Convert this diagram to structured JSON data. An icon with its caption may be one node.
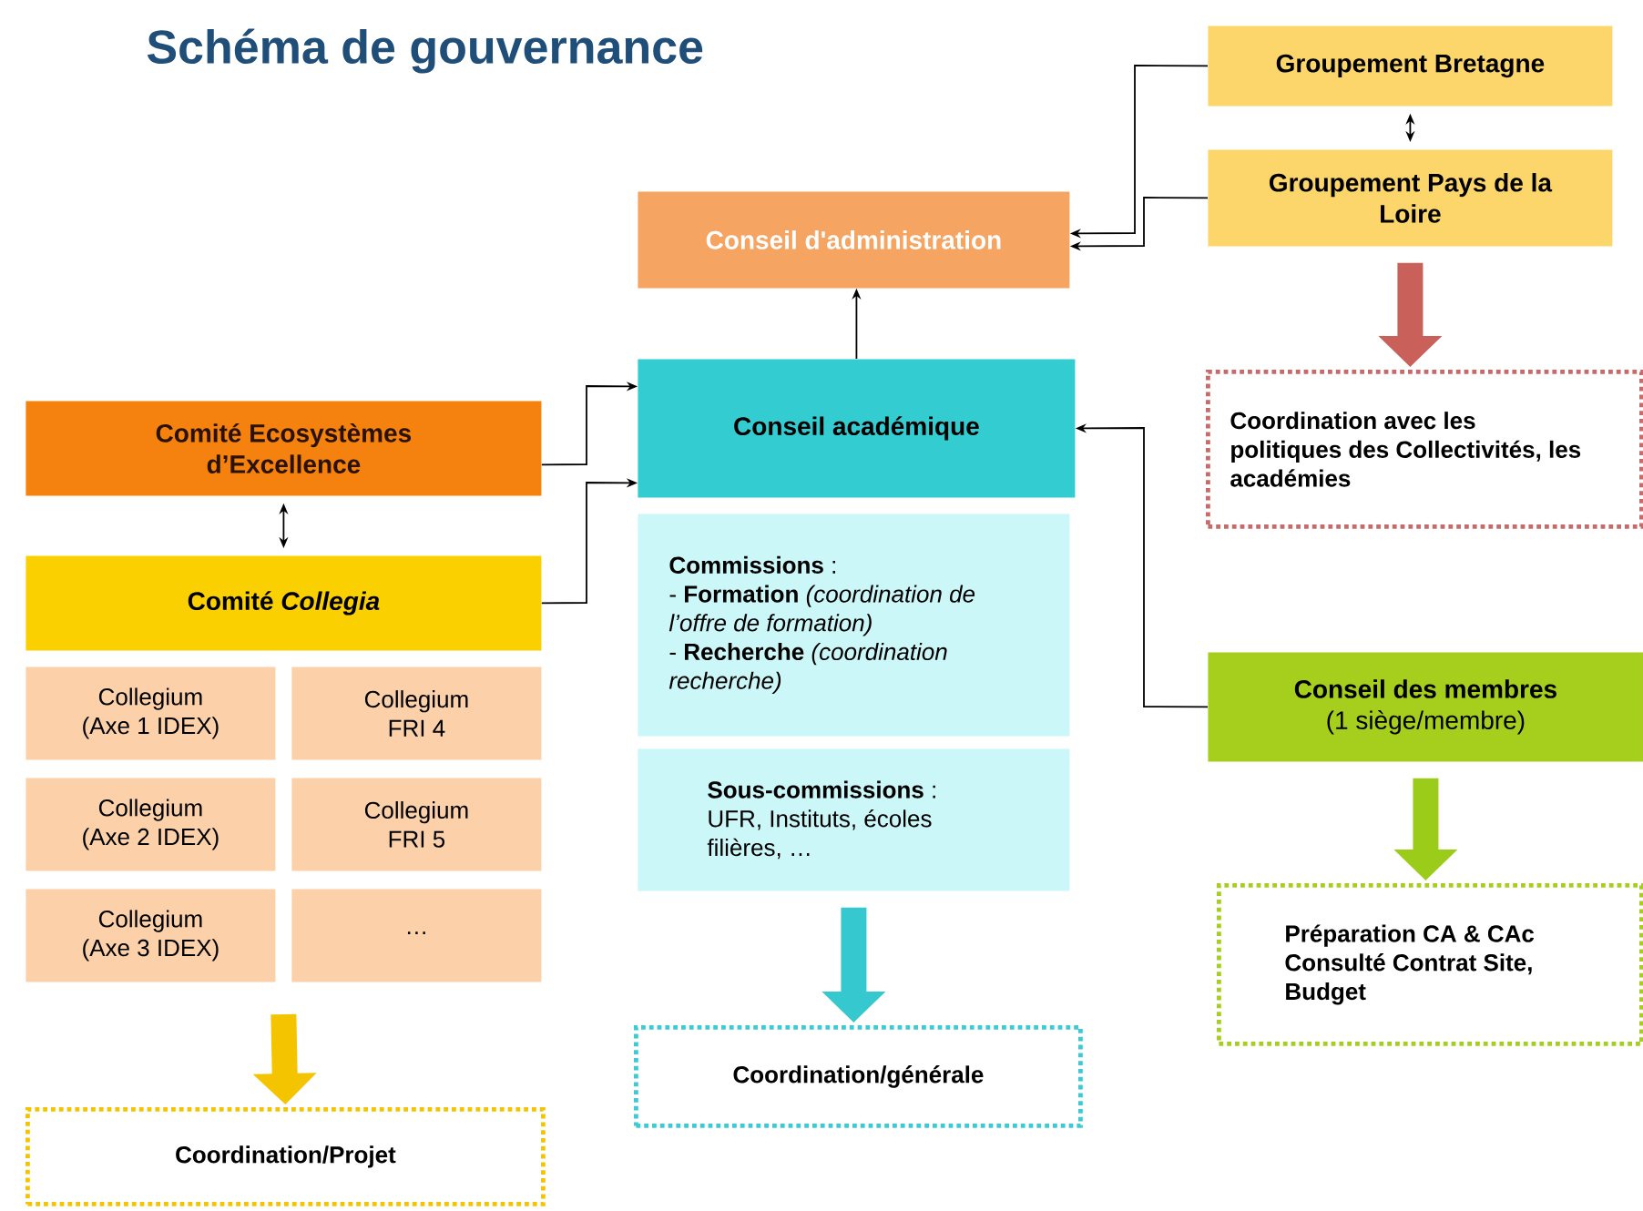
{
  "diagram": {
    "title": "Schéma de gouvernance",
    "nodes": [
      {
        "text": [
          "Groupement Bretagne"
        ]
      },
      {
        "text": [
          "Groupement Pays de la Loire"
        ]
      },
      {
        "text": [
          "Conseil d'administration"
        ]
      },
      {
        "text": [
          "Coordination avec les politiques des Collectivités, les académies"
        ]
      },
      {
        "text": [
          "Comité Ecosystèmes d’Excellence"
        ]
      },
      {
        "text": [
          "Conseil académique"
        ]
      },
      {
        "text": [
          "Comité *Collegia*"
        ]
      },
      {
        "text": [
          "Collegium (Axe 1 IDEX)"
        ]
      },
      {
        "text": [
          "Collegium FRI 4"
        ]
      },
      {
        "text": [
          "Collegium (Axe 2 IDEX)"
        ]
      },
      {
        "text": [
          "Collegium FRI 5"
        ]
      },
      {
        "text": [
          "Collegium (Axe 3 IDEX)"
        ]
      },
      {
        "text": [
          "…"
        ]
      },
      {
        "text": [
          "**Commissions** :",
          "- **Formation** *(coordination de l’offre de formation)*",
          "- **Recherche** *(coordination recherche)*"
        ]
      },
      {
        "text": [
          "**Sous-commissions** :",
          "UFR, Instituts, écoles filières, …"
        ]
      },
      {
        "text": [
          "Conseil des membres",
          "(1 siège/membre)"
        ]
      },
      {
        "text": [
          "Coordination/Projet"
        ]
      },
      {
        "text": [
          "Coordination/générale"
        ]
      },
      {
        "text": [
          "Préparation CA & CAc Consulté Contrat Site, Budget"
        ]
      }
    ],
    "edges": [
      {
        "from": 0,
        "to": 2,
        "arrow": "to"
      },
      {
        "from": 1,
        "to": 2,
        "arrow": "to"
      },
      {
        "from": 0,
        "to": 1,
        "arrow": "both"
      },
      {
        "from": 5,
        "to": 2,
        "arrow": "to"
      },
      {
        "from": 15,
        "to": 5,
        "arrow": "to"
      },
      {
        "from": 4,
        "to": 5,
        "arrow": "to"
      },
      {
        "from": 6,
        "to": 5,
        "arrow": "to"
      },
      {
        "from": 4,
        "to": 6,
        "arrow": "both"
      },
      {
        "from": 1,
        "to": 3,
        "arrow": "to",
        "style": "thick",
        "color": "#c9605a"
      },
      {
        "from": null,
        "to": 16,
        "arrow": "to",
        "style": "thick",
        "color": "#f5c400"
      },
      {
        "from": 14,
        "to": 17,
        "arrow": "to",
        "style": "thick",
        "color": "#36c8cf"
      },
      {
        "from": 15,
        "to": 18,
        "arrow": "to",
        "style": "thick",
        "color": "#9ccc1a"
      }
    ]
  }
}
